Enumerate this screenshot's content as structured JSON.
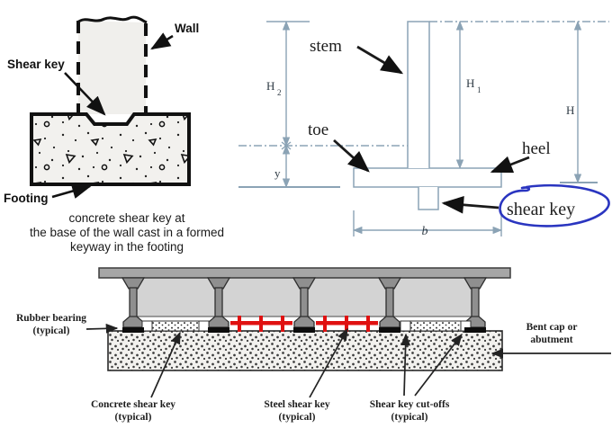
{
  "colors": {
    "dim_line": "#8ba3b5",
    "annotation_circle_blue": "#2a35c0",
    "steel_key_red": "#e01111",
    "deck_gray": "#a6a6a6",
    "girder_gray": "#8f8f8f",
    "panel_gray": "#d3d3d3",
    "bearing_black": "#0d0d0d"
  },
  "wall_key_diagram": {
    "label_wall": "Wall",
    "label_shear_key": "Shear key",
    "label_footing": "Footing",
    "caption_line1": "concrete shear key at",
    "caption_line2": "the base of the wall cast in a formed",
    "caption_line3": "keyway in the footing"
  },
  "retaining_wall_diagram": {
    "label_stem": "stem",
    "label_toe": "toe",
    "label_heel": "heel",
    "label_shear_key": "shear key",
    "dim_h2_base": "H",
    "dim_h2_sub": "2",
    "dim_h1_base": "H",
    "dim_h1_sub": "1",
    "dim_h": "H",
    "dim_y": "y",
    "dim_b": "b"
  },
  "bridge_diagram": {
    "rubber_bearing_line1": "Rubber bearing",
    "rubber_bearing_line2": "(typical)",
    "concrete_key_line1": "Concrete shear key",
    "concrete_key_line2": "(typical)",
    "steel_key_line1": "Steel shear key",
    "steel_key_line2": "(typical)",
    "cutoffs_line1": "Shear key cut-offs",
    "cutoffs_line2": "(typical)",
    "bent_cap_line1": "Bent cap or",
    "bent_cap_line2": "abutment"
  }
}
